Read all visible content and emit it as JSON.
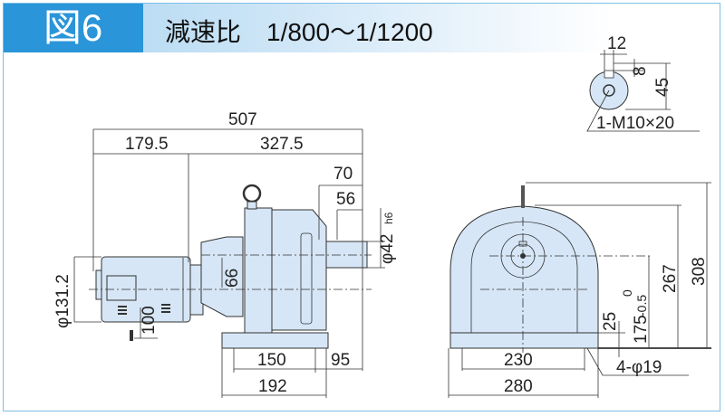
{
  "header": {
    "figure_label": "図6",
    "subtitle": "減速比　1/800～1/1200"
  },
  "side_view": {
    "overall_length": "507",
    "motor_length": "179.5",
    "reducer_length": "327.5",
    "shaft_length": "70",
    "key_length": "56",
    "shaft_diameter": "φ42",
    "shaft_tolerance": "h6",
    "motor_diameter": "φ131.2",
    "flange_offset": "66",
    "terminal_height": "100",
    "foot_pitch": "150",
    "foot_to_shaft_end": "95",
    "foot_length": "192"
  },
  "front_view": {
    "foot_pitch": "230",
    "foot_width": "280",
    "mount_holes": "4-φ19",
    "foot_height": "25",
    "shaft_height": "175",
    "shaft_height_tol_upper": "0",
    "shaft_height_tol_lower": "-0.5",
    "body_height": "267",
    "overall_height": "308"
  },
  "shaft_detail": {
    "key_width": "12",
    "key_depth": "8",
    "shaft_key_height": "45",
    "tap": "1-M10×20"
  }
}
